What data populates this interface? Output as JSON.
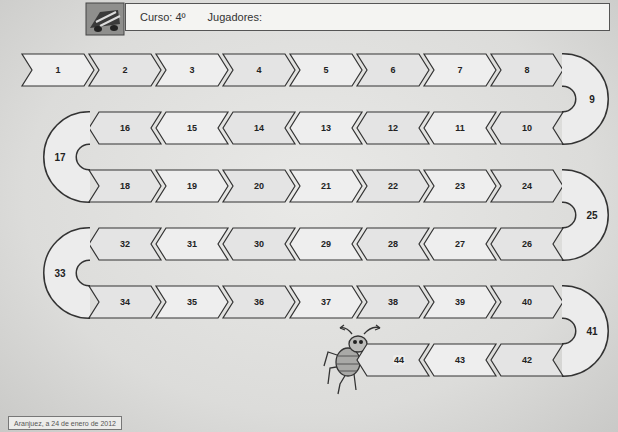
{
  "diagram": {
    "nodes": [
      {
        "text": [
          "Curso: 4º",
          "Jugadores:"
        ]
      },
      {
        "text": [
          "1"
        ]
      },
      {
        "text": [
          "2"
        ]
      },
      {
        "text": [
          "3"
        ]
      },
      {
        "text": [
          "4"
        ]
      },
      {
        "text": [
          "5"
        ]
      },
      {
        "text": [
          "6"
        ]
      },
      {
        "text": [
          "7"
        ]
      },
      {
        "text": [
          "8"
        ]
      },
      {
        "text": [
          "9"
        ]
      },
      {
        "text": [
          "10"
        ]
      },
      {
        "text": [
          "11"
        ]
      },
      {
        "text": [
          "12"
        ]
      },
      {
        "text": [
          "13"
        ]
      },
      {
        "text": [
          "14"
        ]
      },
      {
        "text": [
          "15"
        ]
      },
      {
        "text": [
          "16"
        ]
      },
      {
        "text": [
          "17"
        ]
      },
      {
        "text": [
          "18"
        ]
      },
      {
        "text": [
          "19"
        ]
      },
      {
        "text": [
          "20"
        ]
      },
      {
        "text": [
          "21"
        ]
      },
      {
        "text": [
          "22"
        ]
      },
      {
        "text": [
          "23"
        ]
      },
      {
        "text": [
          "24"
        ]
      },
      {
        "text": [
          "25"
        ]
      },
      {
        "text": [
          "26"
        ]
      },
      {
        "text": [
          "27"
        ]
      },
      {
        "text": [
          "28"
        ]
      },
      {
        "text": [
          "29"
        ]
      },
      {
        "text": [
          "30"
        ]
      },
      {
        "text": [
          "31"
        ]
      },
      {
        "text": [
          "32"
        ]
      },
      {
        "text": [
          "33"
        ]
      },
      {
        "text": [
          "34"
        ]
      },
      {
        "text": [
          "35"
        ]
      },
      {
        "text": [
          "36"
        ]
      },
      {
        "text": [
          "37"
        ]
      },
      {
        "text": [
          "38"
        ]
      },
      {
        "text": [
          "39"
        ]
      },
      {
        "text": [
          "40"
        ]
      },
      {
        "text": [
          "41"
        ]
      },
      {
        "text": [
          "42"
        ]
      },
      {
        "text": [
          "43"
        ]
      },
      {
        "text": [
          "44"
        ]
      },
      {
        "text": [
          "Aranjuez, a 24 de enero de 2012"
        ]
      }
    ]
  }
}
